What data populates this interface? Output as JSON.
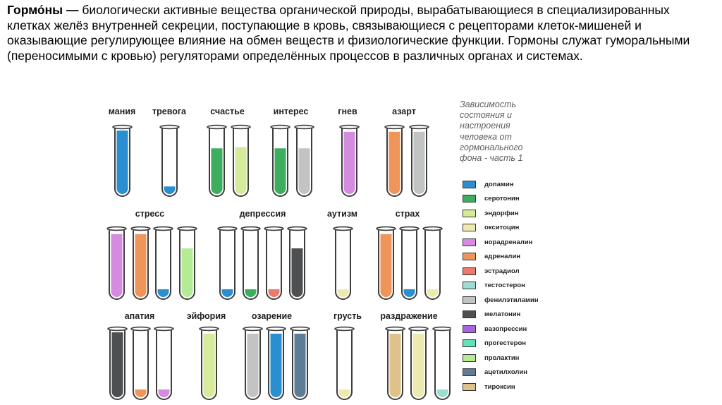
{
  "definition": {
    "term": "Гормо́ны",
    "dash": " — ",
    "text": "биологически активные вещества органической природы, вырабатывающиеся в специализированных клетках желёз внутренней секреции, поступающие в кровь, связывающиеся с рецепторами клеток-мишеней и оказывающие регулирующее влияние на обмен веществ и физиологические функции. Гормоны служат гуморальными (переносимыми с кровью) регуляторами определённых процессов в различных органах и системах."
  },
  "caption": "Зависимость\nсостояния и\nнастроения\nчеловека от\nгормонального\nфона - часть 1",
  "legend": [
    {
      "name": "допамин",
      "color": "#2a8fd0"
    },
    {
      "name": "серотонин",
      "color": "#3dae5e"
    },
    {
      "name": "эндорфин",
      "color": "#d5ea9a"
    },
    {
      "name": "окситоцин",
      "color": "#edeab0"
    },
    {
      "name": "норадреналин",
      "color": "#d58be0"
    },
    {
      "name": "адреналин",
      "color": "#f0955a"
    },
    {
      "name": "эстрадиол",
      "color": "#ec7a6c"
    },
    {
      "name": "тестостерон",
      "color": "#9fdcd2"
    },
    {
      "name": "фенилэтиламин",
      "color": "#c2c4c4"
    },
    {
      "name": "мелатонин",
      "color": "#4d4f50"
    },
    {
      "name": "вазопрессин",
      "color": "#a766e0"
    },
    {
      "name": "прогестерон",
      "color": "#63e2b6"
    },
    {
      "name": "пролактин",
      "color": "#b4ec95"
    },
    {
      "name": "ацетилхолин",
      "color": "#5f7c96"
    },
    {
      "name": "тироксин",
      "color": "#dec28a"
    }
  ],
  "groups": [
    {
      "label": "мания",
      "tubes": [
        {
          "hormone": "допамин",
          "level": 1.0
        }
      ]
    },
    {
      "label": "тревога",
      "tubes": [
        {
          "hormone": "допамин",
          "level": 0.12
        }
      ]
    },
    {
      "label": "счастье",
      "tubes": [
        {
          "hormone": "серотонин",
          "level": 0.72
        },
        {
          "hormone": "эндорфин",
          "level": 0.74
        }
      ]
    },
    {
      "label": "интерес",
      "tubes": [
        {
          "hormone": "серотонин",
          "level": 0.72
        },
        {
          "hormone": "фенилэтиламин",
          "level": 0.72
        }
      ]
    },
    {
      "label": "гнев",
      "tubes": [
        {
          "hormone": "норадреналин",
          "level": 0.98
        }
      ]
    },
    {
      "label": "азарт",
      "tubes": [
        {
          "hormone": "адреналин",
          "level": 0.98
        },
        {
          "hormone": "фенилэтиламин",
          "level": 0.98
        }
      ]
    },
    {
      "label": "стресс",
      "tubes": [
        {
          "hormone": "норадреналин",
          "level": 0.97
        },
        {
          "hormone": "адреналин",
          "level": 0.97
        },
        {
          "hormone": "допамин",
          "level": 0.12
        },
        {
          "hormone": "пролактин",
          "level": 0.75
        }
      ]
    },
    {
      "label": "депрессия",
      "tubes": [
        {
          "hormone": "допамин",
          "level": 0.12
        },
        {
          "hormone": "серотонин",
          "level": 0.12
        },
        {
          "hormone": "эстрадиол",
          "level": 0.12
        },
        {
          "hormone": "мелатонин",
          "level": 0.75
        }
      ]
    },
    {
      "label": "аутизм",
      "tubes": [
        {
          "hormone": "окситоцин",
          "level": 0.12
        }
      ]
    },
    {
      "label": "страх",
      "tubes": [
        {
          "hormone": "адреналин",
          "level": 0.97
        },
        {
          "hormone": "допамин",
          "level": 0.12
        },
        {
          "hormone": "окситоцин",
          "level": 0.12
        }
      ]
    },
    {
      "label": "апатия",
      "tubes": [
        {
          "hormone": "мелатонин",
          "level": 1.0
        },
        {
          "hormone": "адреналин",
          "level": 0.12
        },
        {
          "hormone": "норадреналин",
          "level": 0.12
        }
      ]
    },
    {
      "label": "эйфория",
      "tubes": [
        {
          "hormone": "эндорфин",
          "level": 0.98
        }
      ]
    },
    {
      "label": "озарение",
      "tubes": [
        {
          "hormone": "фенилэтиламин",
          "level": 0.98
        },
        {
          "hormone": "допамин",
          "level": 0.98
        },
        {
          "hormone": "ацетилхолин",
          "level": 0.98
        }
      ]
    },
    {
      "label": "грусть",
      "tubes": [
        {
          "hormone": "окситоцин",
          "level": 0.12
        }
      ]
    },
    {
      "label": "раздражение",
      "tubes": [
        {
          "hormone": "тироксин",
          "level": 0.98
        },
        {
          "hormone": "окситоцин",
          "level": 0.98
        },
        {
          "hormone": "тестостерон",
          "level": 0.12
        }
      ]
    }
  ]
}
